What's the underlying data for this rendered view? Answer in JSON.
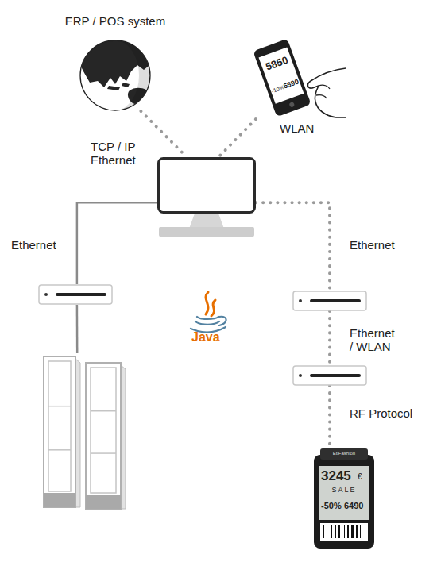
{
  "diagram": {
    "nodes": [
      {
        "text": [
          "ERP / POS system"
        ]
      },
      {
        "text": [
          "5850",
          "-10%",
          "6590"
        ]
      },
      {
        "text": []
      },
      {
        "text": []
      },
      {
        "text": []
      },
      {
        "text": []
      },
      {
        "text": []
      },
      {
        "text": [
          "EtiFashion",
          "3245",
          "€",
          "SALE",
          "-50%",
          "6490"
        ]
      }
    ],
    "edges": [
      {
        "from": 0,
        "to": 2,
        "arrow": "none",
        "label": "TCP / IP Ethernet"
      },
      {
        "from": 1,
        "to": 2,
        "arrow": "none",
        "label": "WLAN"
      },
      {
        "from": 2,
        "to": 3,
        "arrow": "none",
        "label": "Ethernet"
      },
      {
        "from": 3,
        "to": 6,
        "arrow": "none"
      },
      {
        "from": 2,
        "to": 4,
        "arrow": "none",
        "label": "Ethernet"
      },
      {
        "from": 4,
        "to": 5,
        "arrow": "none",
        "label": "Ethernet / WLAN"
      },
      {
        "from": 5,
        "to": 7,
        "arrow": "none",
        "label": "RF Protocol"
      }
    ],
    "labels": [
      "Java"
    ]
  }
}
